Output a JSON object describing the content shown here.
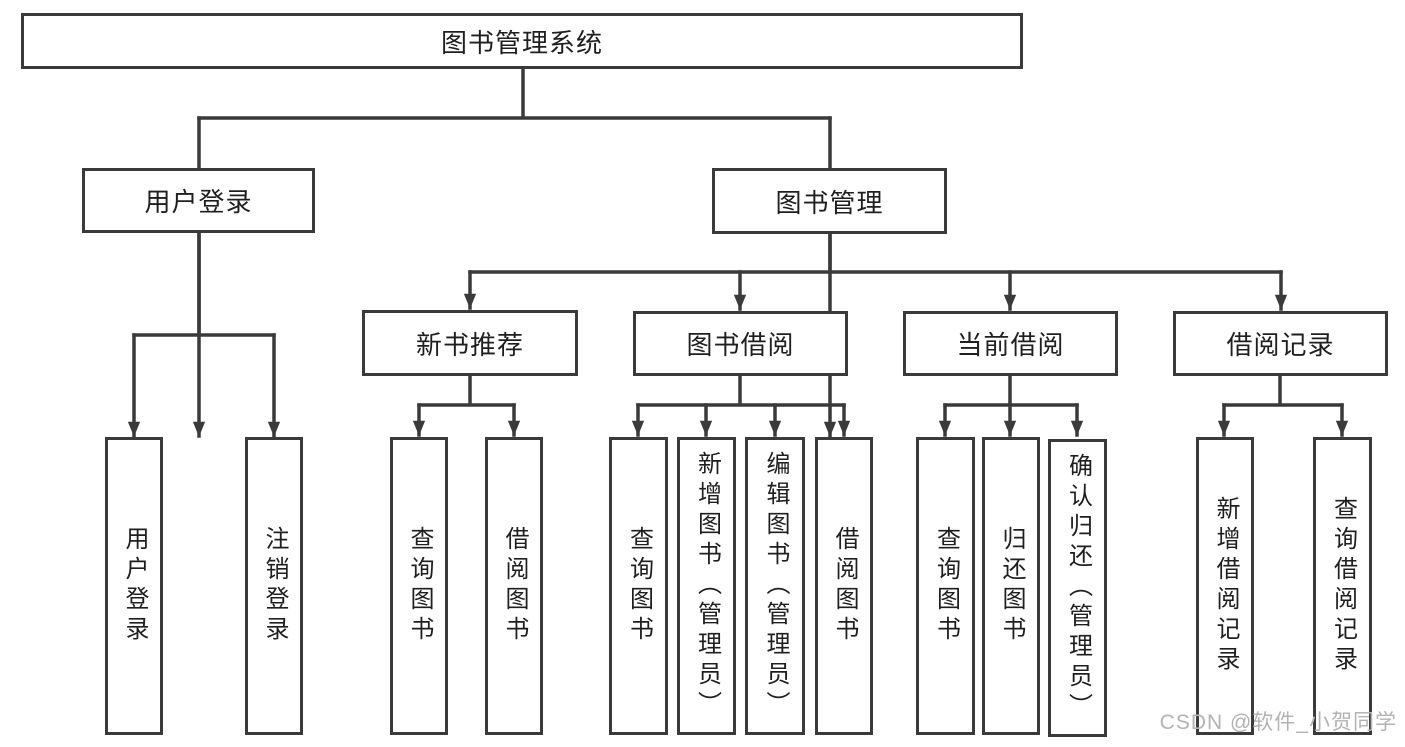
{
  "colors": {
    "line": "#3a3a3a",
    "text": "#1f1f1f",
    "box_background": "#ffffff",
    "background": "#ffffff",
    "watermark": "#b3b3b3"
  },
  "watermark": "CSDN @软件_小贺同学",
  "nodes": {
    "root": {
      "label": "图书管理系统"
    },
    "user_login": {
      "label": "用户登录"
    },
    "book_management": {
      "label": "图书管理"
    },
    "new_book_recommend": {
      "label": "新书推荐"
    },
    "book_borrow": {
      "label": "图书借阅"
    },
    "current_borrow": {
      "label": "当前借阅"
    },
    "borrow_records": {
      "label": "借阅记录"
    },
    "login": {
      "label": "用户登录"
    },
    "logout": {
      "label": "注销登录"
    },
    "rec_query_book": {
      "label": "查询图书"
    },
    "rec_borrow_book": {
      "label": "借阅图书"
    },
    "bb_query_book": {
      "label": "查询图书"
    },
    "bb_add_book": {
      "label": "新增图书（管理员）"
    },
    "bb_edit_book": {
      "label": "编辑图书（管理员）"
    },
    "bb_borrow_book": {
      "label": "借阅图书"
    },
    "cb_query_book": {
      "label": "查询图书"
    },
    "cb_return_book": {
      "label": "归还图书"
    },
    "cb_confirm_return": {
      "label": "确认归还（管理员）"
    },
    "br_add_record": {
      "label": "新增借阅记录"
    },
    "br_query_record": {
      "label": "查询借阅记录"
    }
  }
}
